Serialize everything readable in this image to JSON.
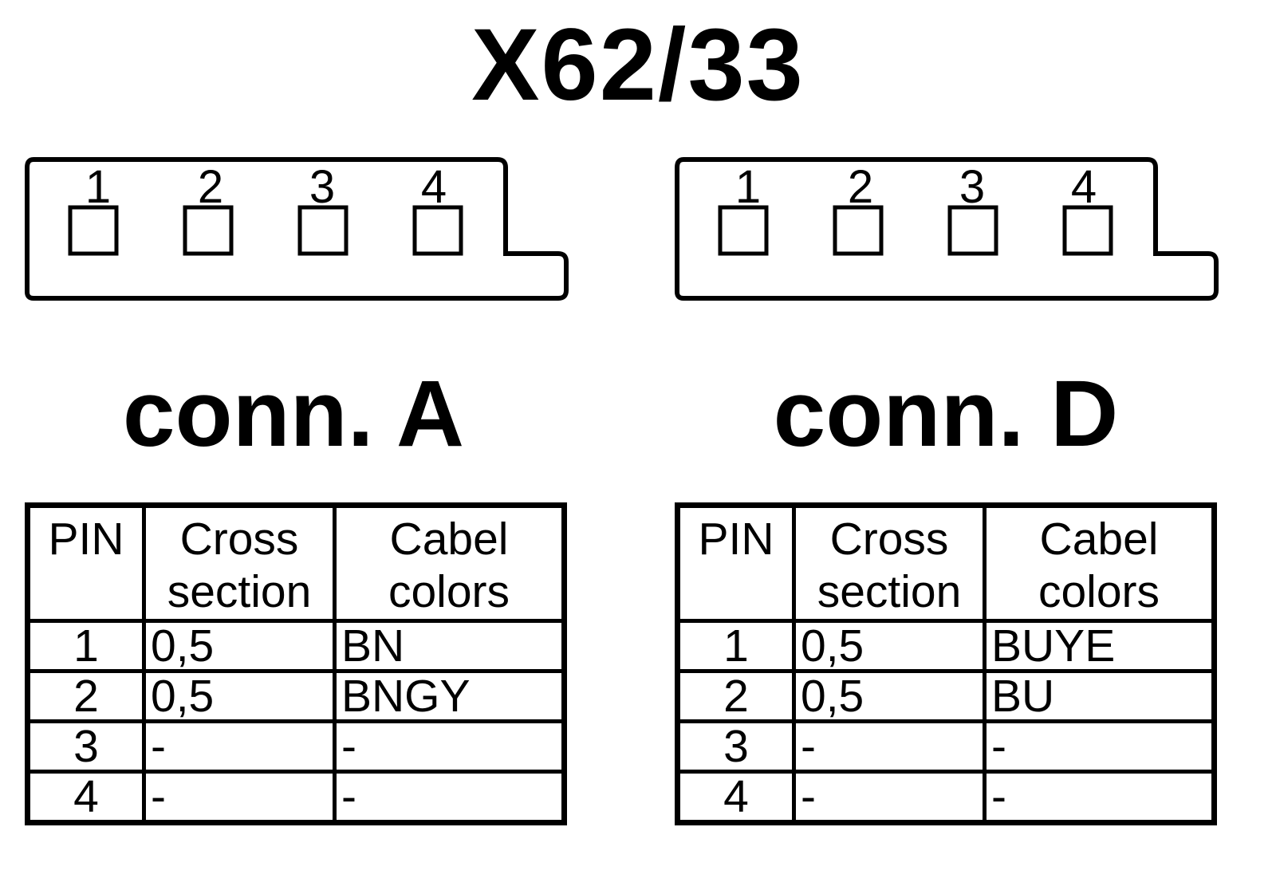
{
  "title": "X62/33",
  "connectors": [
    {
      "label": "conn. A",
      "pin_numbers": [
        "1",
        "2",
        "3",
        "4"
      ],
      "table": {
        "headers": [
          "PIN",
          "Cross section",
          "Cabel colors"
        ],
        "rows": [
          {
            "pin": "1",
            "cross_section": "0,5",
            "color": "BN"
          },
          {
            "pin": "2",
            "cross_section": "0,5",
            "color": "BNGY"
          },
          {
            "pin": "3",
            "cross_section": "-",
            "color": "-"
          },
          {
            "pin": "4",
            "cross_section": "-",
            "color": "-"
          }
        ]
      }
    },
    {
      "label": "conn. D",
      "pin_numbers": [
        "1",
        "2",
        "3",
        "4"
      ],
      "table": {
        "headers": [
          "PIN",
          "Cross section",
          "Cabel colors"
        ],
        "rows": [
          {
            "pin": "1",
            "cross_section": "0,5",
            "color": "BUYE"
          },
          {
            "pin": "2",
            "cross_section": "0,5",
            "color": "BU"
          },
          {
            "pin": "3",
            "cross_section": "-",
            "color": "-"
          },
          {
            "pin": "4",
            "cross_section": "-",
            "color": "-"
          }
        ]
      }
    }
  ]
}
